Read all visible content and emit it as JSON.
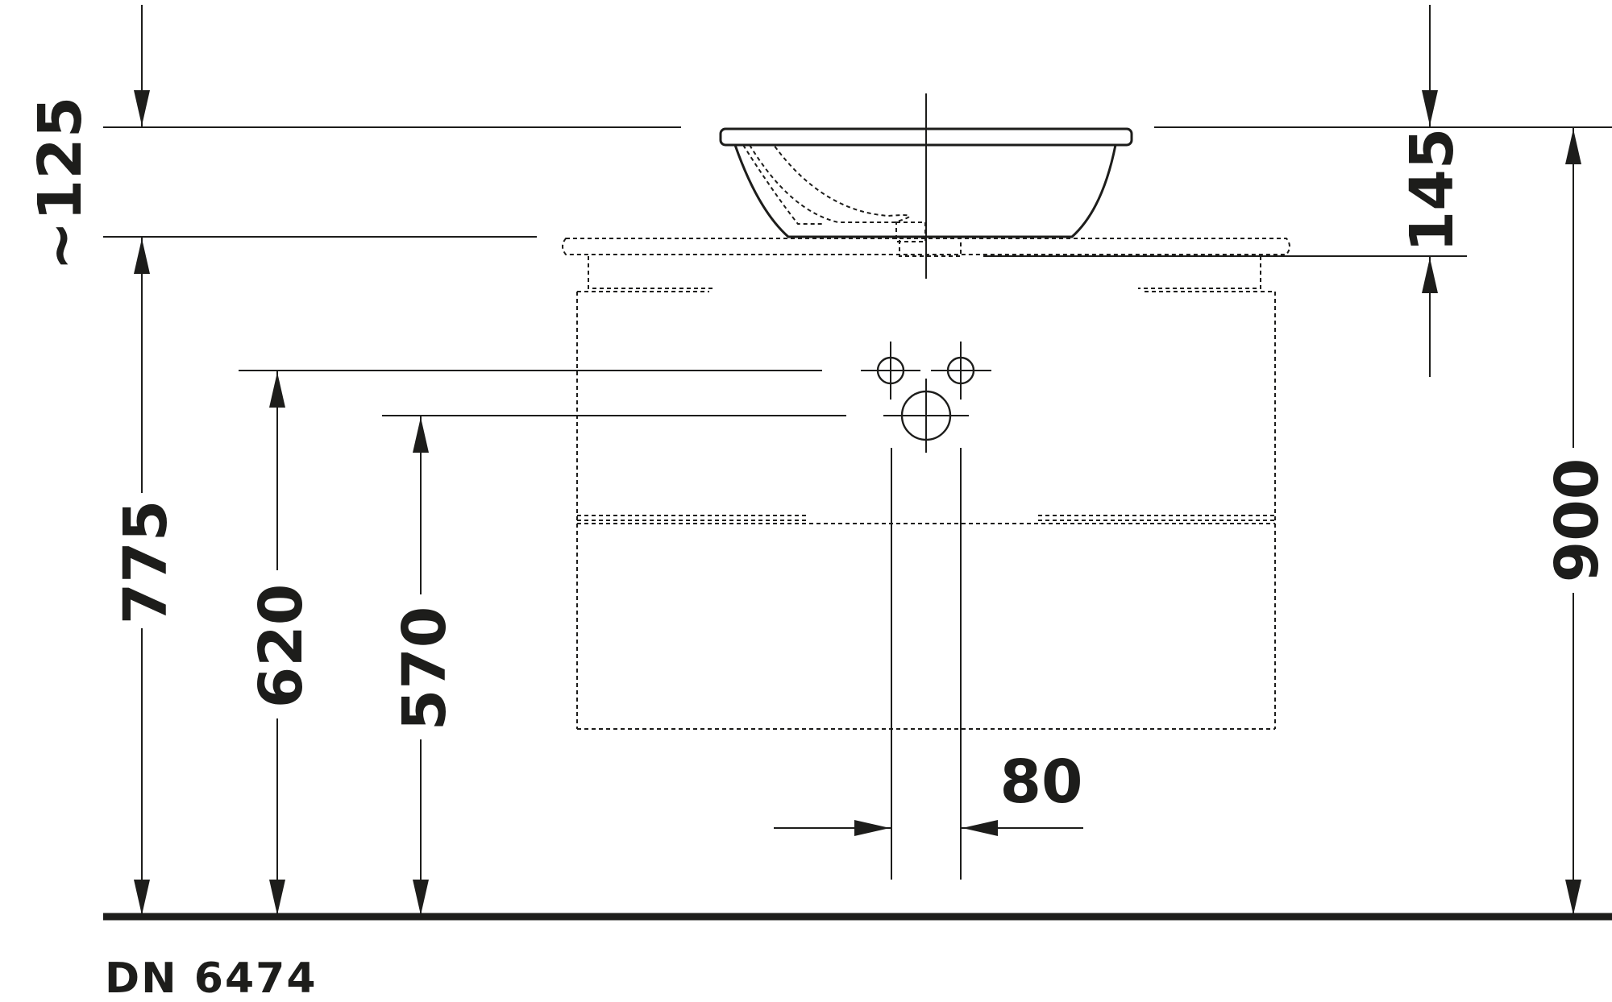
{
  "drawing": {
    "code": "DN 6474",
    "dimensions": {
      "bowl_height": "~125",
      "rim_to_counter": "145",
      "counter_height": "775",
      "upper_tap_height": "620",
      "lower_outlet_height": "570",
      "total_height": "900",
      "drain_width": "80"
    }
  }
}
